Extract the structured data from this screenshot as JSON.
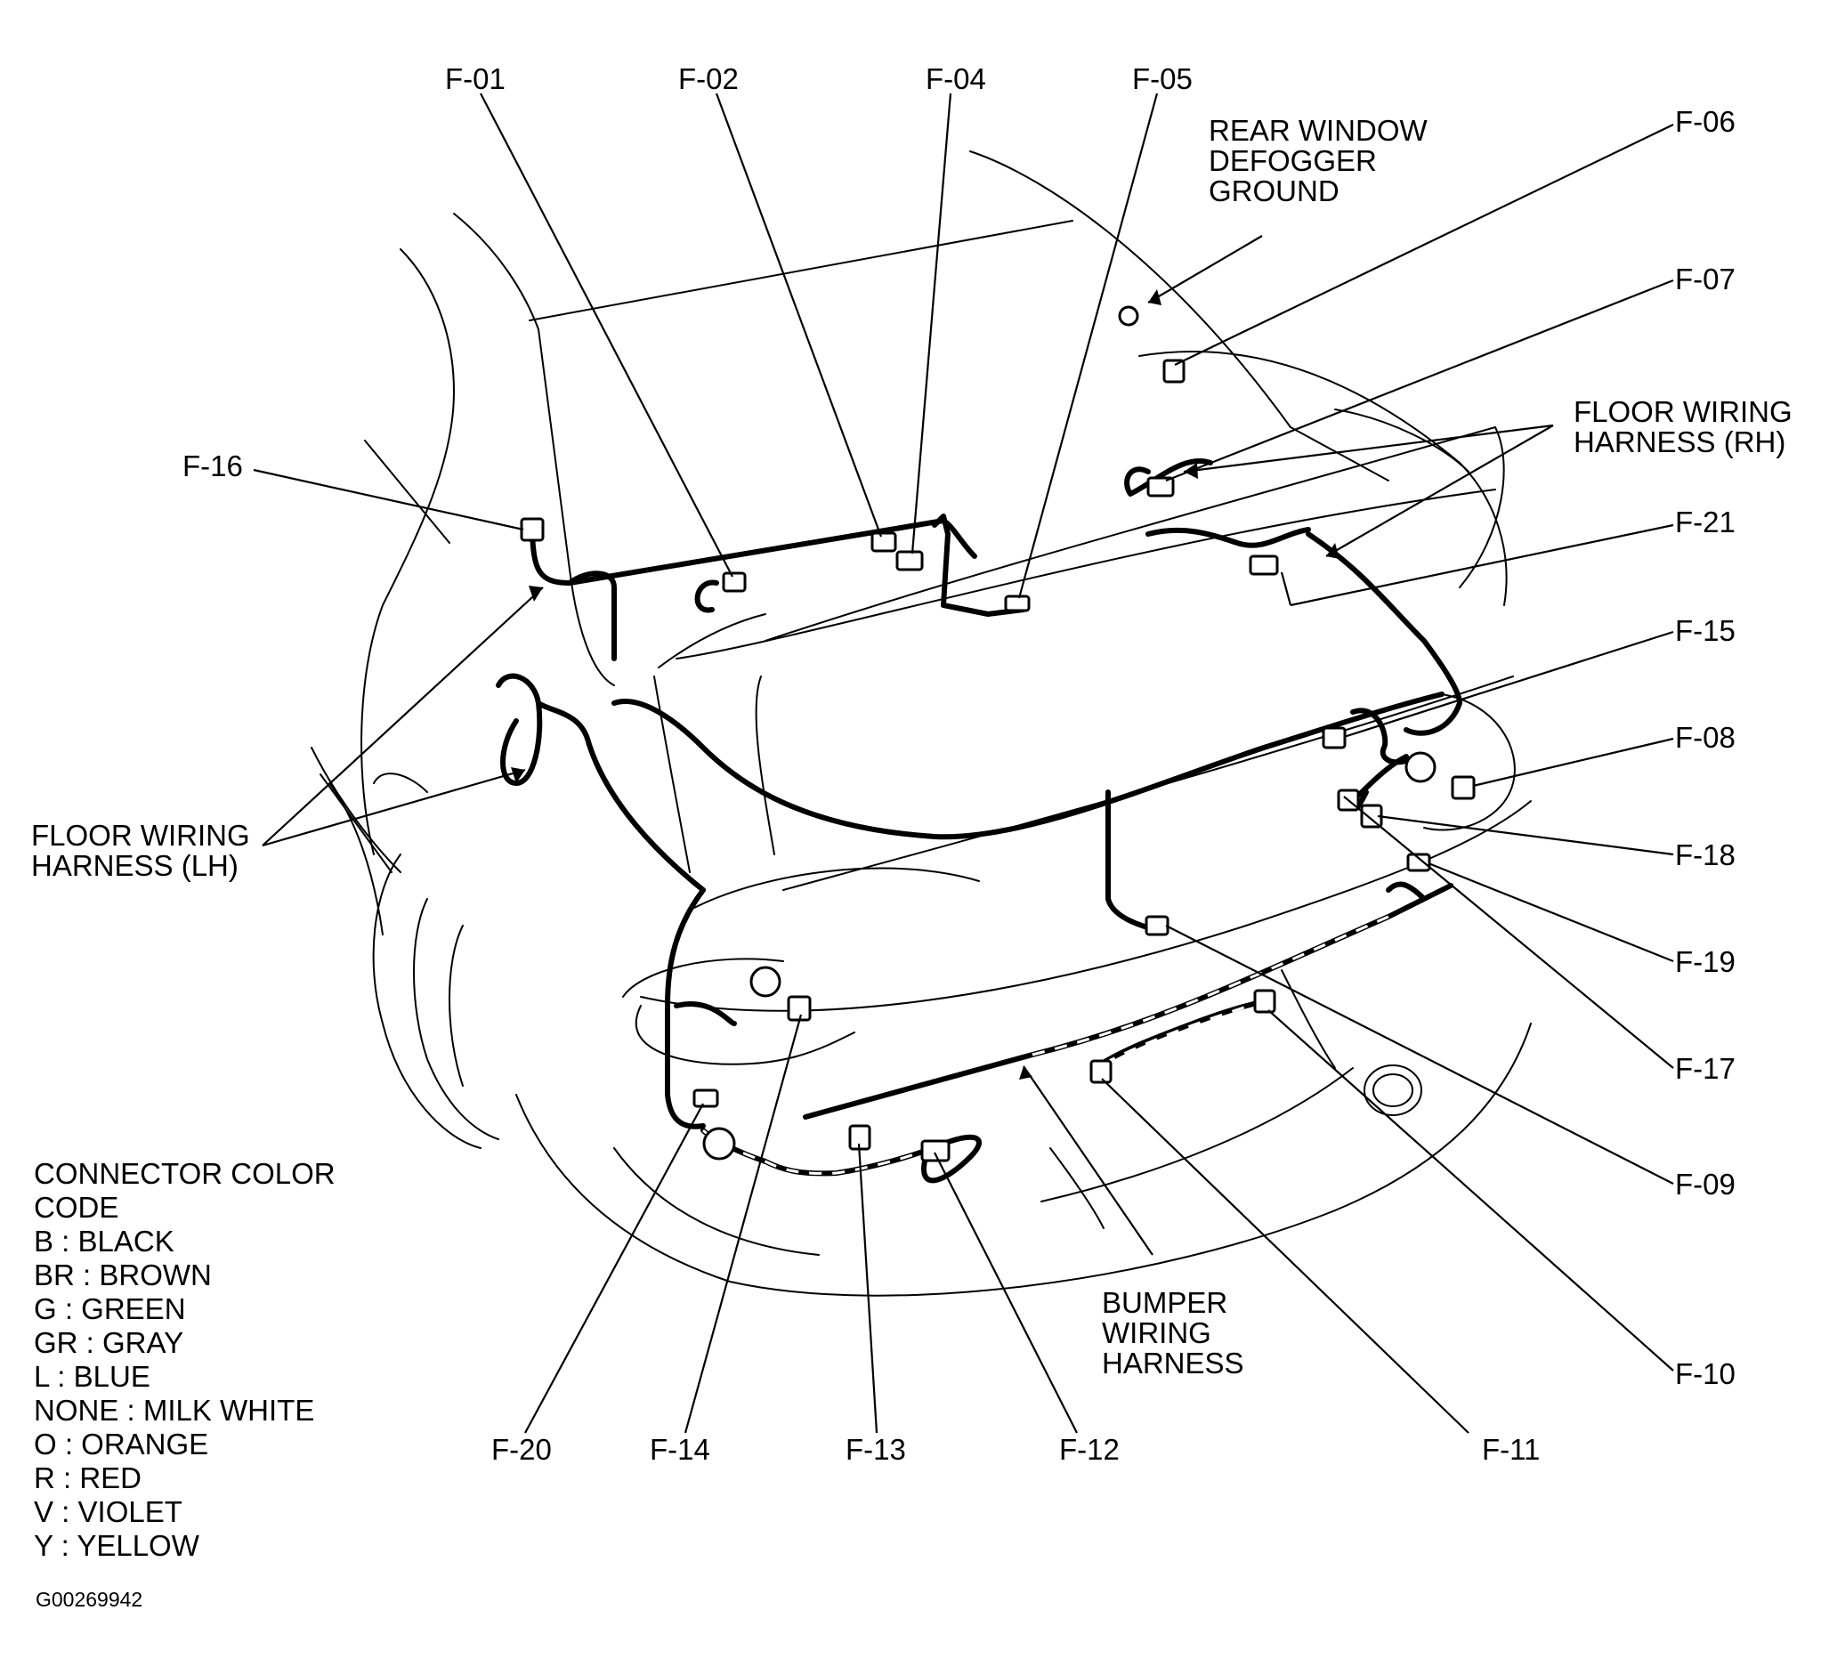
{
  "connectors": {
    "f01": "F-01",
    "f02": "F-02",
    "f04": "F-04",
    "f05": "F-05",
    "f06": "F-06",
    "f07": "F-07",
    "f08": "F-08",
    "f09": "F-09",
    "f10": "F-10",
    "f11": "F-11",
    "f12": "F-12",
    "f13": "F-13",
    "f14": "F-14",
    "f15": "F-15",
    "f16": "F-16",
    "f17": "F-17",
    "f18": "F-18",
    "f19": "F-19",
    "f20": "F-20",
    "f21": "F-21"
  },
  "callouts": {
    "defogger": [
      "REAR WINDOW",
      "DEFOGGER",
      "GROUND"
    ],
    "floor_rh": [
      "FLOOR WIRING",
      "HARNESS (RH)"
    ],
    "floor_lh": [
      "FLOOR WIRING",
      "HARNESS (LH)"
    ],
    "bumper": [
      "BUMPER",
      "WIRING",
      "HARNESS"
    ]
  },
  "legend": {
    "title": [
      "CONNECTOR COLOR",
      "CODE"
    ],
    "entries": [
      "B : BLACK",
      "BR : BROWN",
      "G : GREEN",
      "GR : GRAY",
      "L : BLUE",
      "NONE : MILK WHITE",
      "O : ORANGE",
      "R : RED",
      "V : VIOLET",
      "Y : YELLOW"
    ]
  },
  "image_code": "G00269942"
}
